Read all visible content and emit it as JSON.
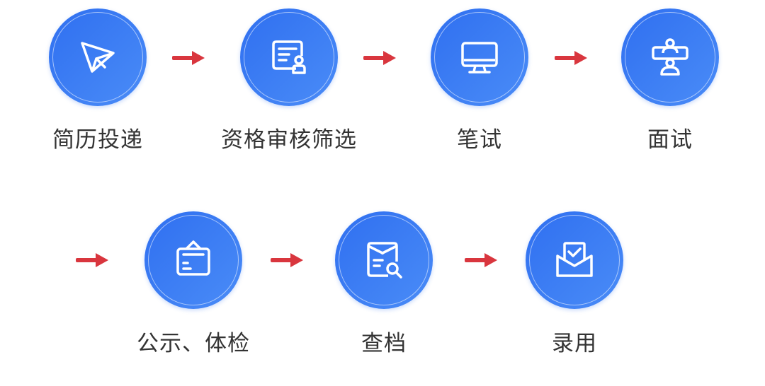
{
  "steps": [
    {
      "label": "简历投递",
      "icon": "paper-plane-icon"
    },
    {
      "label": "资格审核筛选",
      "icon": "document-stamp-icon"
    },
    {
      "label": "笔试",
      "icon": "computer-monitor-icon"
    },
    {
      "label": "面试",
      "icon": "video-interview-icon"
    },
    {
      "label": "公示、体检",
      "icon": "notice-board-icon"
    },
    {
      "label": "查档",
      "icon": "file-search-icon"
    },
    {
      "label": "录用",
      "icon": "envelope-check-icon"
    }
  ],
  "colors": {
    "circle_start": "#2f6ff0",
    "circle_end": "#4a8cf7",
    "arrow": "#d9363e",
    "label": "#333333"
  }
}
